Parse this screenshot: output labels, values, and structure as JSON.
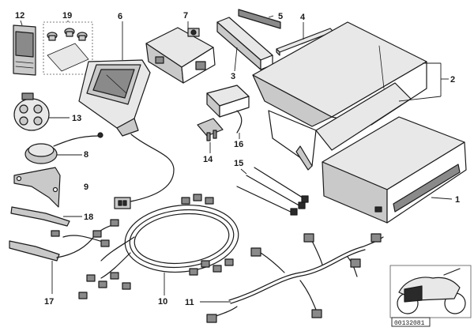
{
  "callouts": {
    "p1": "1",
    "p2": "2",
    "p3": "3",
    "p4": "4",
    "p5": "5",
    "p6": "6",
    "p7": "7",
    "p8": "8",
    "p9": "9",
    "p10": "10",
    "p11": "11",
    "p12": "12",
    "p13": "13",
    "p14": "14",
    "p15": "15",
    "p16": "16",
    "p17": "17",
    "p18": "18",
    "p19": "19"
  },
  "document_number": "00132081"
}
